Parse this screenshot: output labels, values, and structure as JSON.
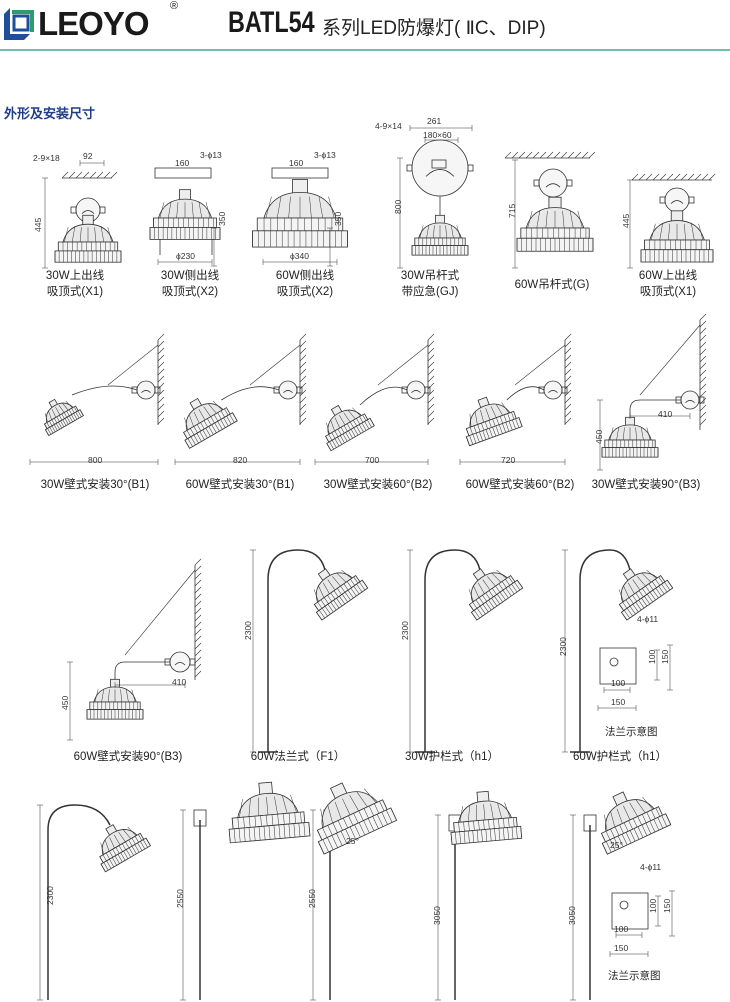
{
  "header": {
    "brand": "LEOYO",
    "registered_mark": "®",
    "model": "BATL54",
    "title": "系列LED防爆灯( ⅡC、DIP)",
    "accent_color": "#6fbfae",
    "logo_colors": [
      "#1f4e9a",
      "#2e9c6e"
    ]
  },
  "section_title": "外形及安装尺寸",
  "figures": {
    "row1": [
      {
        "caption": [
          "30W上出线",
          "吸顶式(X1)"
        ],
        "dims": [
          "2-9×18",
          "92",
          "445"
        ]
      },
      {
        "caption": [
          "30W侧出线",
          "吸顶式(X2)"
        ],
        "dims": [
          "160",
          "3-ϕ13",
          "350",
          "ϕ230"
        ]
      },
      {
        "caption": [
          "60W侧出线",
          "吸顶式(X2)"
        ],
        "dims": [
          "160",
          "3-ϕ13",
          "350",
          "ϕ340"
        ]
      },
      {
        "caption": [
          "30W吊杆式",
          "带应急(GJ)"
        ],
        "dims": [
          "4-9×14",
          "261",
          "180×60",
          "800"
        ]
      },
      {
        "caption": [
          "60W吊杆式(G)"
        ],
        "dims": [
          "715"
        ]
      },
      {
        "caption": [
          "60W上出线",
          "吸顶式(X1)"
        ],
        "dims": [
          "445"
        ]
      }
    ],
    "row2": [
      {
        "caption": "30W壁式安装30°(B1)",
        "dims": [
          "800"
        ]
      },
      {
        "caption": "60W壁式安装30°(B1)",
        "dims": [
          "820"
        ]
      },
      {
        "caption": "30W壁式安装60°(B2)",
        "dims": [
          "700"
        ]
      },
      {
        "caption": "60W壁式安装60°(B2)",
        "dims": [
          "720"
        ]
      },
      {
        "caption": "30W壁式安装90°(B3)",
        "dims": [
          "410",
          "450"
        ]
      }
    ],
    "row3": [
      {
        "caption": "60W壁式安装90°(B3)",
        "dims": [
          "410",
          "450"
        ]
      },
      {
        "caption": "60W法兰式（F1）",
        "dims": [
          "2300"
        ]
      },
      {
        "caption": "30W护栏式（h1）",
        "dims": [
          "2300"
        ]
      },
      {
        "caption": "60W护栏式（h1）",
        "dims": [
          "2300",
          "4-ϕ11",
          "100",
          "150",
          "100",
          "150"
        ],
        "note": "法兰示意图"
      }
    ],
    "row4": [
      {
        "dims": [
          "2300"
        ]
      },
      {
        "dims": [
          "2550"
        ]
      },
      {
        "dims": [
          "2550",
          "25°"
        ]
      },
      {
        "dims": [
          "3050"
        ]
      },
      {
        "dims": [
          "3050",
          "25°",
          "4-ϕ11",
          "100",
          "150",
          "100",
          "150"
        ],
        "note": "法兰示意图"
      }
    ]
  }
}
